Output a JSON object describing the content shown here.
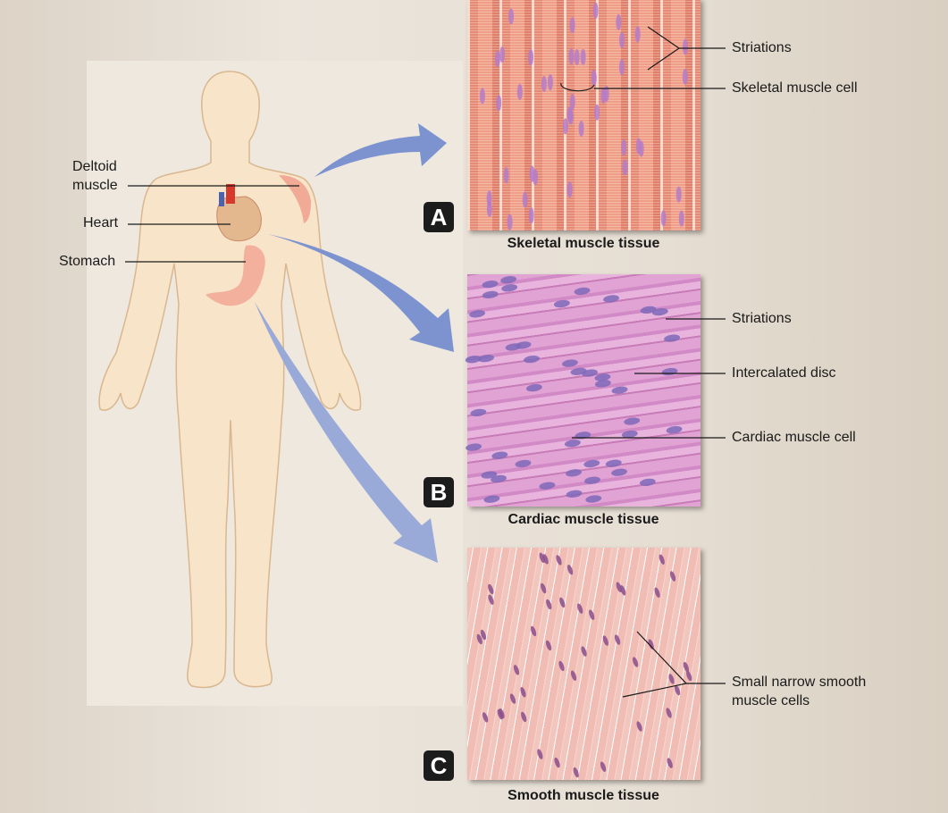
{
  "body_labels": {
    "deltoid": "Deltoid\nmuscle",
    "deltoid_line1": "Deltoid",
    "deltoid_line2": "muscle",
    "heart": "Heart",
    "stomach": "Stomach"
  },
  "panels": [
    {
      "badge": "A",
      "caption": "Skeletal muscle tissue",
      "labels": [
        "Striations",
        "Skeletal muscle cell"
      ]
    },
    {
      "badge": "B",
      "caption": "Cardiac muscle tissue",
      "labels": [
        "Striations",
        "Intercalated disc",
        "Cardiac muscle cell"
      ]
    },
    {
      "badge": "C",
      "caption": "Smooth muscle tissue",
      "labels": [
        "Small narrow smooth",
        "muscle cells"
      ]
    }
  ],
  "colors": {
    "skin": "#f8e4c8",
    "arrow": "#6f86c8",
    "skeletal": "#e58a74",
    "cardiac": "#d89ccc",
    "smooth": "#f2c6bd",
    "nucleus": "#a77bc4"
  }
}
